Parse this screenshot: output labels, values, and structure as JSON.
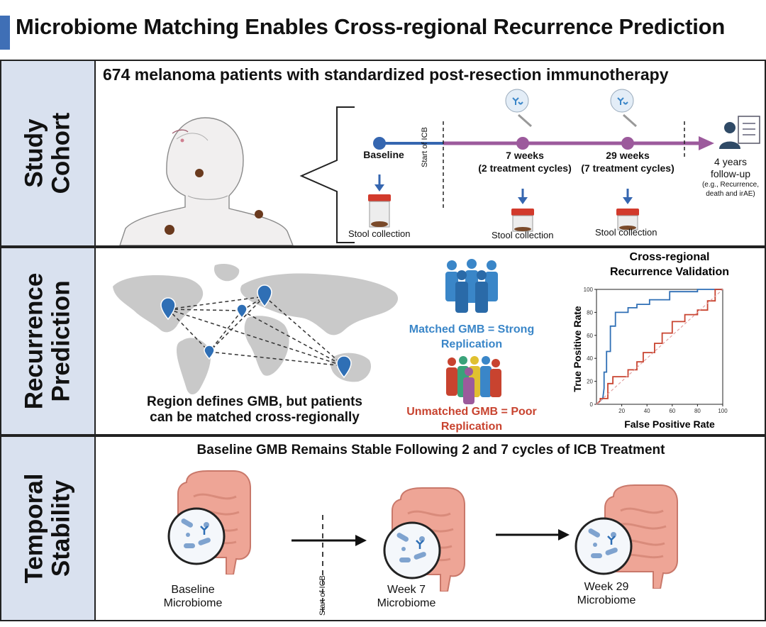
{
  "title": "Microbiome Matching Enables Cross-regional Recurrence Prediction",
  "colors": {
    "accent": "#3f6fb6",
    "side_fill": "#d9e1ef",
    "timeline_purple": "#9c5a9c",
    "baseline_blue": "#3566b0",
    "matched_blue": "#3a86c8",
    "unmatched_red": "#c8432f",
    "gut_pink": "#eea596"
  },
  "cohort": {
    "side_label_1": "Study",
    "side_label_2": "Cohort",
    "heading": "674 melanoma patients with standardized post-resection immunotherapy",
    "baseline": "Baseline",
    "start_icb": "Start of ICB",
    "week7_1": "7 weeks",
    "week7_2": "(2 treatment cycles)",
    "week29_1": "29 weeks",
    "week29_2": "(7 treatment cycles)",
    "stool_1": "Stool collection",
    "stool_2": "Stool collection",
    "stool_3": "Stool collection",
    "followup_1": "4 years",
    "followup_2": "follow-up",
    "followup_3": "(e.g., Recurrence,",
    "followup_4": "death and irAE)"
  },
  "prediction": {
    "side_label_1": "Recurrence",
    "side_label_2": "Prediction",
    "map_caption_1": "Region defines GMB, but patients",
    "map_caption_2": "can be matched cross-regionally",
    "matched_1": "Matched GMB = Strong",
    "matched_2": "Replication",
    "unmatched_1": "Unmatched GMB = Poor",
    "unmatched_2": "Replication"
  },
  "stability": {
    "side_label_1": "Temporal",
    "side_label_2": "Stability",
    "heading": "Baseline GMB Remains Stable Following 2 and 7 cycles of ICB Treatment",
    "start_icb": "Start of ICB",
    "baseline_1": "Baseline",
    "baseline_2": "Microbiome",
    "week7_1": "Week 7",
    "week7_2": "Microbiome",
    "week29_1": "Week 29",
    "week29_2": "Microbiome"
  },
  "chart_data": {
    "type": "line",
    "title": "Cross-regional Recurrence Validation",
    "xlabel": "False Positive Rate",
    "ylabel": "True Positive Rate",
    "xlim": [
      0,
      100
    ],
    "ylim": [
      0,
      100
    ],
    "xticks": [
      "20",
      "40",
      "60",
      "80",
      "100"
    ],
    "yticks": [
      "0",
      "20",
      "40",
      "60",
      "80",
      "100"
    ],
    "grid": false,
    "series": [
      {
        "color": "#2f6fb5",
        "points": [
          [
            0,
            0
          ],
          [
            3,
            3
          ],
          [
            5,
            5
          ],
          [
            6,
            14
          ],
          [
            6,
            28
          ],
          [
            8,
            28
          ],
          [
            8,
            46
          ],
          [
            11,
            46
          ],
          [
            11,
            68
          ],
          [
            15,
            68
          ],
          [
            15,
            80
          ],
          [
            25,
            80
          ],
          [
            25,
            84
          ],
          [
            32,
            84
          ],
          [
            32,
            87
          ],
          [
            42,
            87
          ],
          [
            42,
            91
          ],
          [
            58,
            91
          ],
          [
            58,
            98
          ],
          [
            80,
            98
          ],
          [
            80,
            100
          ],
          [
            100,
            100
          ]
        ]
      },
      {
        "color": "#c8432f",
        "points": [
          [
            0,
            0
          ],
          [
            3,
            3
          ],
          [
            3,
            5
          ],
          [
            9,
            5
          ],
          [
            9,
            18
          ],
          [
            13,
            18
          ],
          [
            13,
            24
          ],
          [
            25,
            24
          ],
          [
            25,
            30
          ],
          [
            32,
            30
          ],
          [
            32,
            37
          ],
          [
            37,
            37
          ],
          [
            37,
            45
          ],
          [
            46,
            45
          ],
          [
            46,
            53
          ],
          [
            52,
            53
          ],
          [
            52,
            62
          ],
          [
            60,
            62
          ],
          [
            60,
            72
          ],
          [
            70,
            72
          ],
          [
            70,
            78
          ],
          [
            80,
            78
          ],
          [
            80,
            82
          ],
          [
            88,
            82
          ],
          [
            88,
            90
          ],
          [
            94,
            90
          ],
          [
            94,
            100
          ],
          [
            100,
            100
          ]
        ]
      },
      {
        "color": "#e2a0a0",
        "dashed": true,
        "points": [
          [
            0,
            0
          ],
          [
            100,
            100
          ]
        ]
      }
    ]
  }
}
